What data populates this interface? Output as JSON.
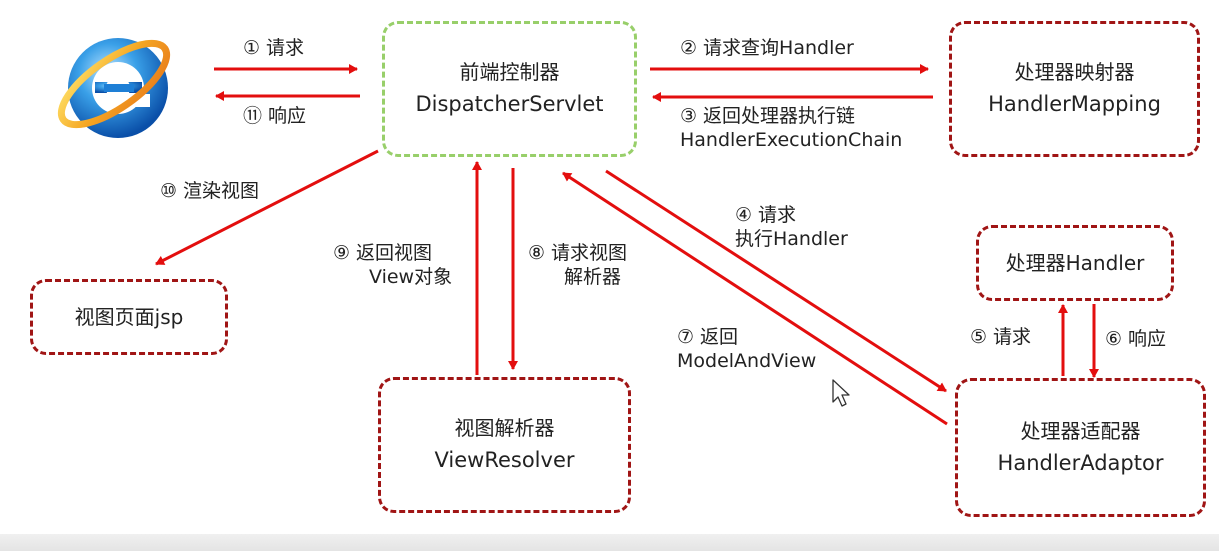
{
  "colors": {
    "arrow": "#e30e0e",
    "box_border": "#a01515",
    "controller_border": "#98cf6a",
    "text": "#222222"
  },
  "browser": {
    "icon": "internet-explorer-icon"
  },
  "nodes": {
    "dispatcher": {
      "title": "前端控制器",
      "subtitle": "DispatcherServlet"
    },
    "handler_mapping": {
      "title": "处理器映射器",
      "subtitle": "HandlerMapping"
    },
    "handler": {
      "title": "处理器Handler"
    },
    "handler_adaptor": {
      "title": "处理器适配器",
      "subtitle": "HandlerAdaptor"
    },
    "view_resolver": {
      "title": "视图解析器",
      "subtitle": "ViewResolver"
    },
    "view_page": {
      "title": "视图页面jsp"
    }
  },
  "steps": {
    "s1": {
      "num": "①",
      "text": "请求"
    },
    "s2": {
      "num": "②",
      "text": "请求查询Handler"
    },
    "s3": {
      "num": "③",
      "text": "返回处理器执行链",
      "text2": "HandlerExecutionChain"
    },
    "s4": {
      "num": "④",
      "text": "请求",
      "text2": "执行Handler"
    },
    "s5": {
      "num": "⑤",
      "text": "请求"
    },
    "s6": {
      "num": "⑥",
      "text": "响应"
    },
    "s7": {
      "num": "⑦",
      "text": "返回",
      "text2": "ModelAndView"
    },
    "s8": {
      "num": "⑧",
      "text": "请求视图",
      "text2": "解析器"
    },
    "s9": {
      "num": "⑨",
      "text": "返回视图",
      "text2": "View对象"
    },
    "s10": {
      "num": "⑩",
      "text": "渲染视图"
    },
    "s11": {
      "num": "⑪",
      "text": "响应"
    }
  }
}
